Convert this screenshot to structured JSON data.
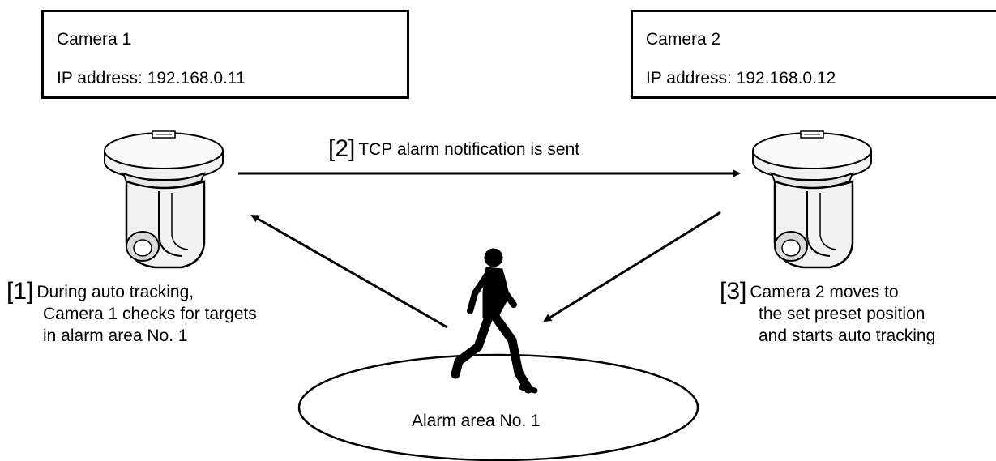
{
  "camera1": {
    "name": "Camera 1",
    "ip": "IP address: 192.168.0.11"
  },
  "camera2": {
    "name": "Camera 2",
    "ip": "IP address: 192.168.0.12"
  },
  "step2": {
    "number": "[2]",
    "text": "TCP alarm notification is sent"
  },
  "step1": {
    "number": "[1]",
    "lines": [
      "During auto tracking,",
      "Camera 1 checks for targets",
      "in alarm area No. 1"
    ]
  },
  "step3": {
    "number": "[3]",
    "lines": [
      "Camera 2 moves to",
      "the set preset position",
      "and starts auto tracking"
    ]
  },
  "alarm_area": {
    "label": "Alarm area No. 1"
  },
  "icons": {
    "camera": "dome-camera-icon",
    "person": "running-person-icon"
  },
  "colors": {
    "line": "#000000",
    "camera_body": "#f2f2f2"
  }
}
